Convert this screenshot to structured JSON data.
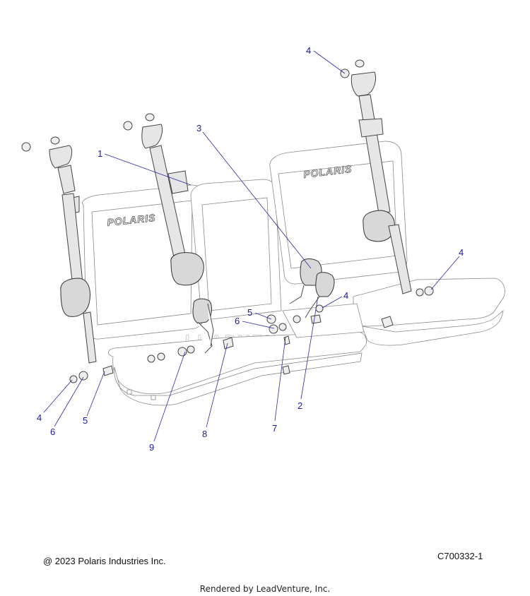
{
  "diagram": {
    "seat_logo": "POLARIS",
    "watermark_brand": "LEADVENTURE",
    "callouts": {
      "c1": "1",
      "c2": "2",
      "c3": "3",
      "c4_top": "4",
      "c4_right": "4",
      "c4_mid": "4",
      "c4_left": "4",
      "c5_mid": "5",
      "c5_left": "5",
      "c6_mid": "6",
      "c6_left": "6",
      "c7": "7",
      "c8": "8",
      "c9": "9"
    }
  },
  "footer": {
    "copyright": "@ 2023 Polaris Industries Inc.",
    "figure_id": "C700332-1",
    "rendered_by": "Rendered by LeadVenture, Inc."
  }
}
